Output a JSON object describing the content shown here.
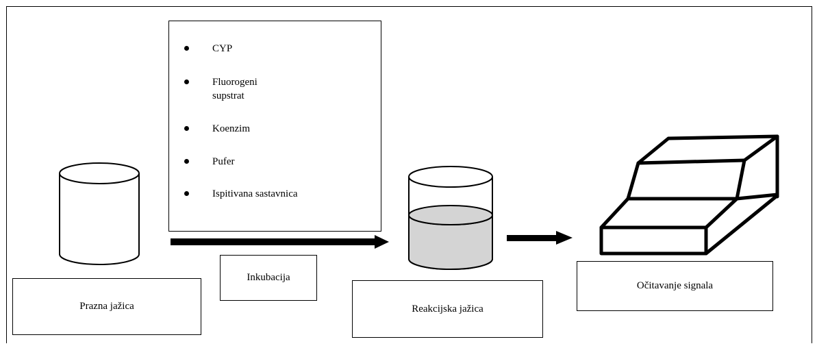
{
  "ingredients": [
    "CYP",
    "Fluorogeni supstrat",
    "Koenzim",
    "Pufer",
    "Ispitivana sastavnica"
  ],
  "labels": {
    "empty_well": "Prazna jažica",
    "incubation": "Inkubacija",
    "reaction_well": "Reakcijska jažica",
    "signal_reading": "Očitavanje signala"
  },
  "colors": {
    "liquid": "#d4d4d4",
    "stroke": "#000000"
  }
}
